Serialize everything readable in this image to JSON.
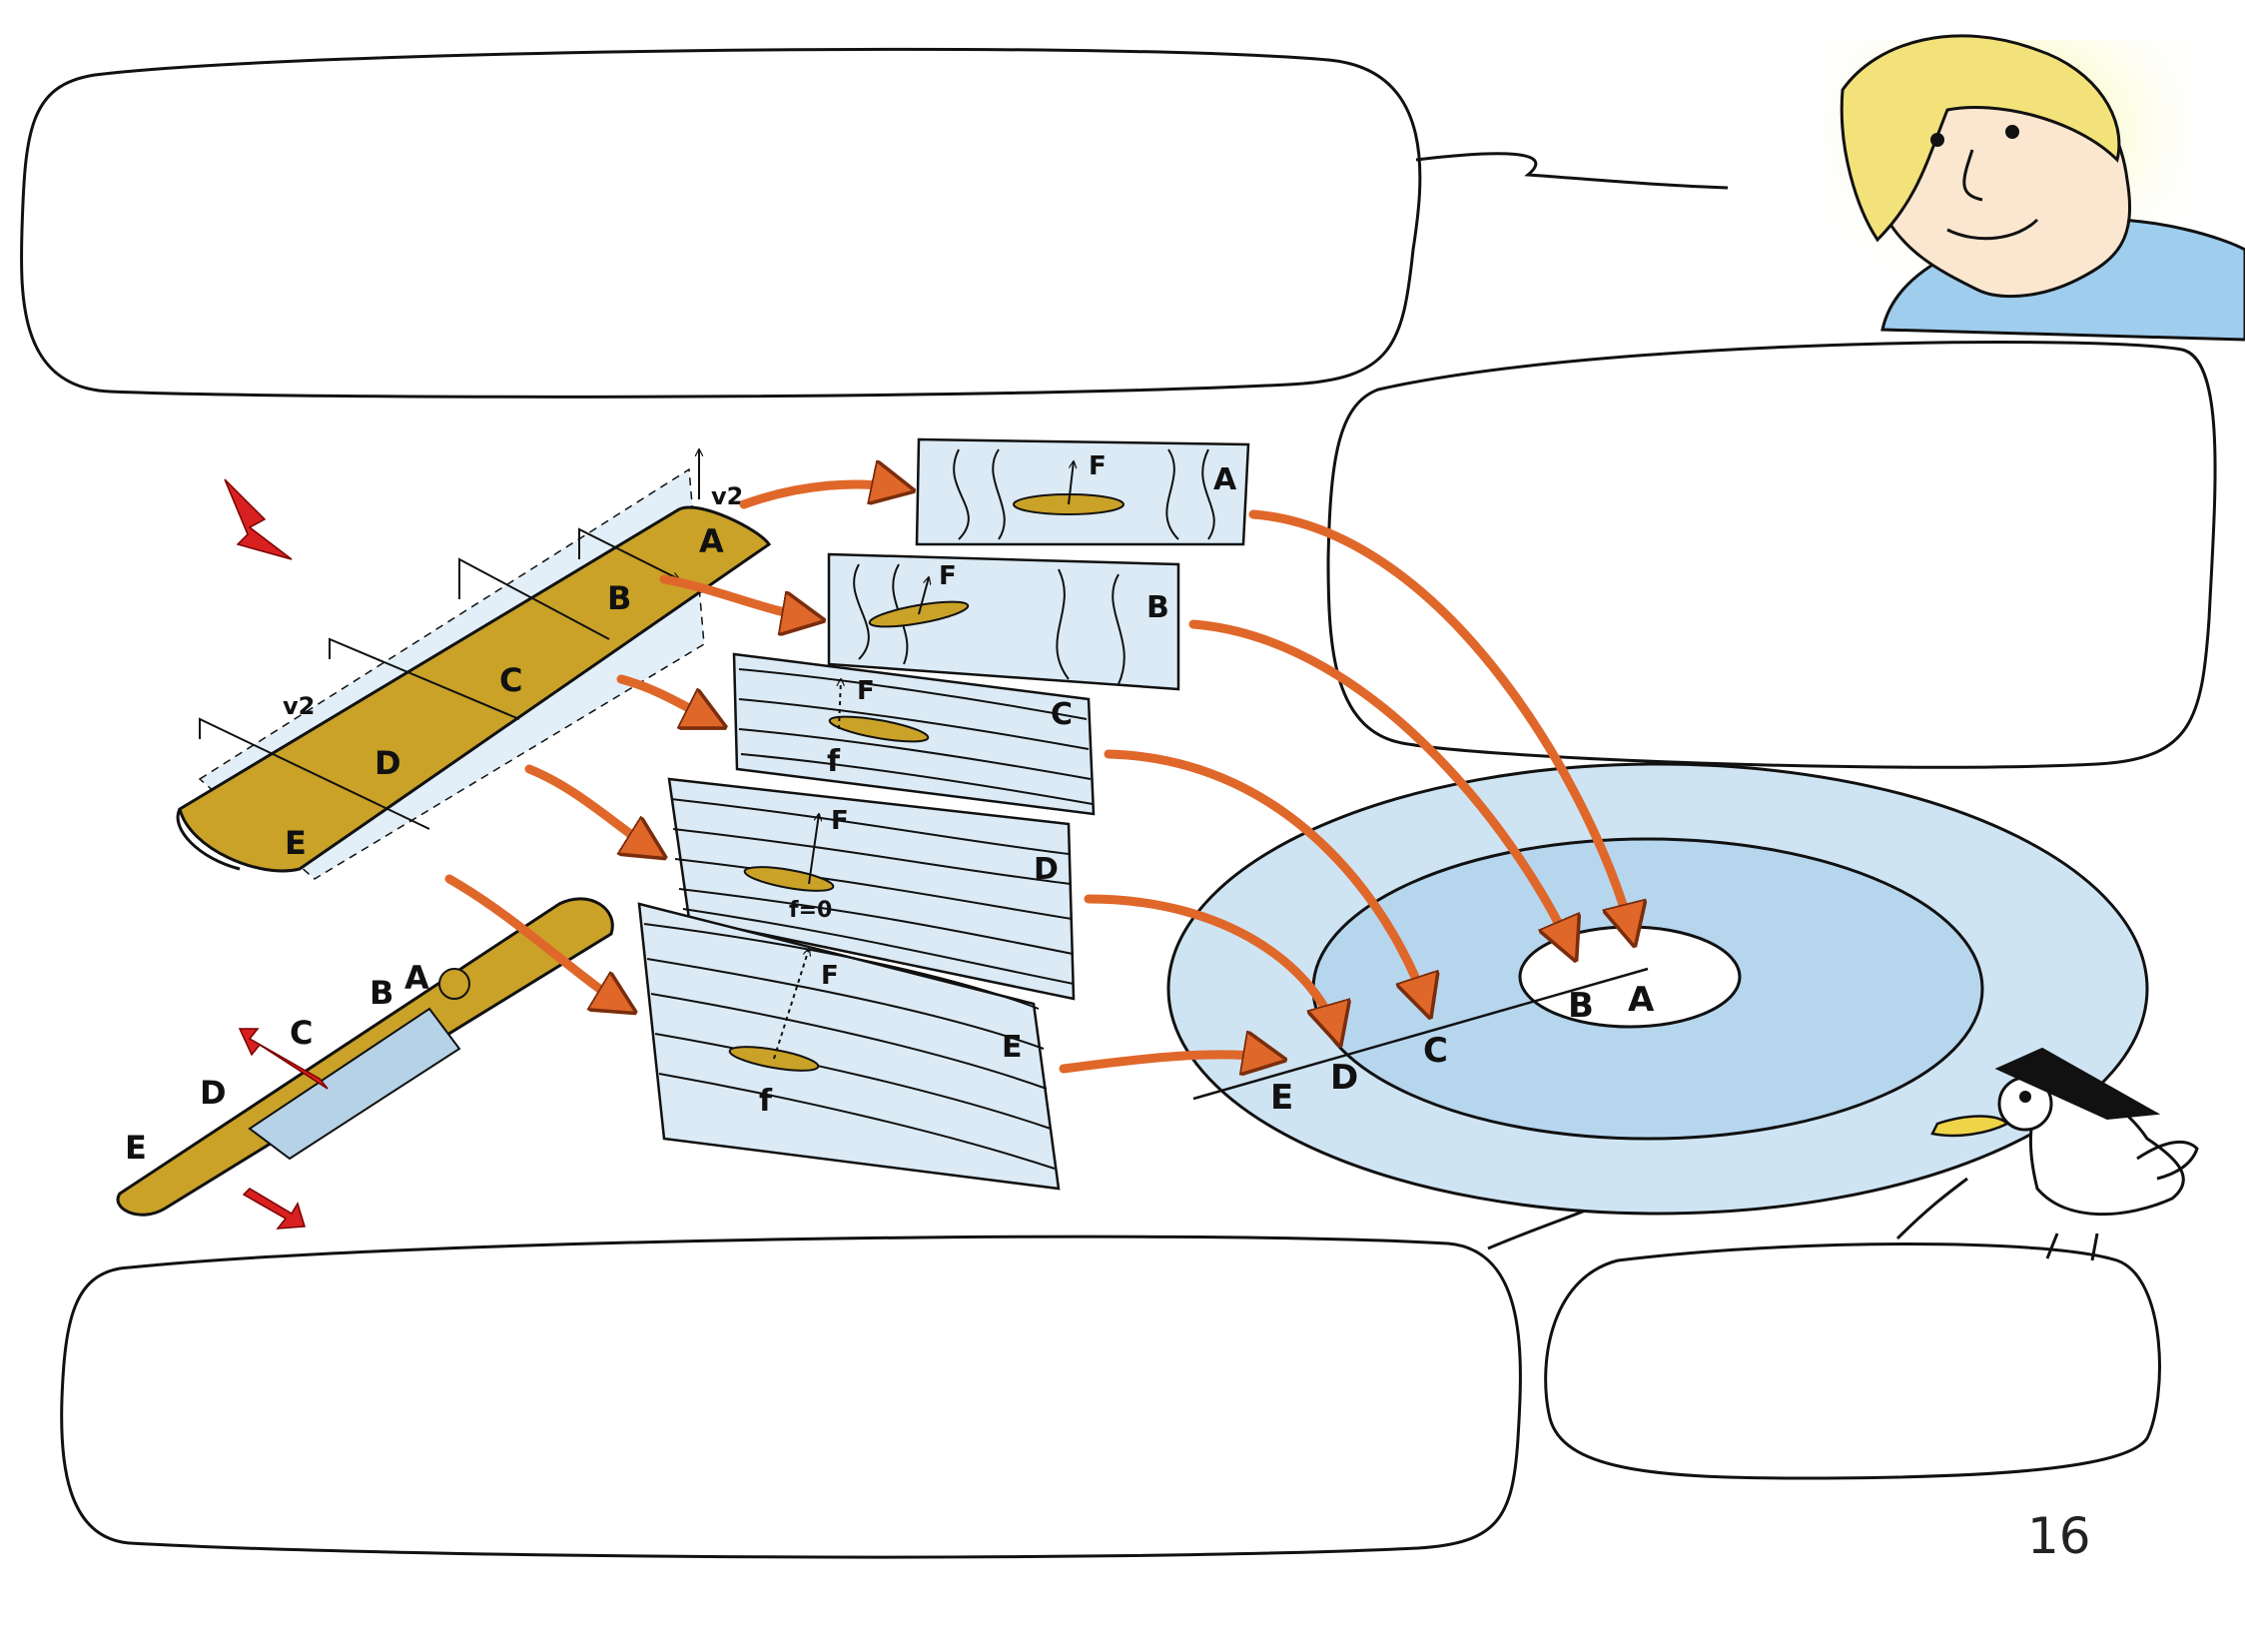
{
  "page_number": "16",
  "velocity_label": "v2",
  "wing_sections": [
    "A",
    "B",
    "C",
    "D",
    "E"
  ],
  "panels": [
    {
      "section": "A",
      "force": "F",
      "drag": ""
    },
    {
      "section": "B",
      "force": "F",
      "drag": ""
    },
    {
      "section": "C",
      "force": "F",
      "drag": "f"
    },
    {
      "section": "D",
      "force": "F",
      "drag": "f=0"
    },
    {
      "section": "E",
      "force": "F",
      "drag": "f"
    }
  ],
  "disk_labels": [
    "A",
    "B",
    "C",
    "D",
    "E"
  ],
  "colors": {
    "wing": "#c9a227",
    "panel": "#dbeaf5",
    "disk_outer": "#cfe4f3",
    "disk_inner": "#b6d6ee",
    "arrow": "#e0672a",
    "red_arrow": "#d82020"
  },
  "icons": [
    "character-portrait",
    "professor-bird"
  ]
}
